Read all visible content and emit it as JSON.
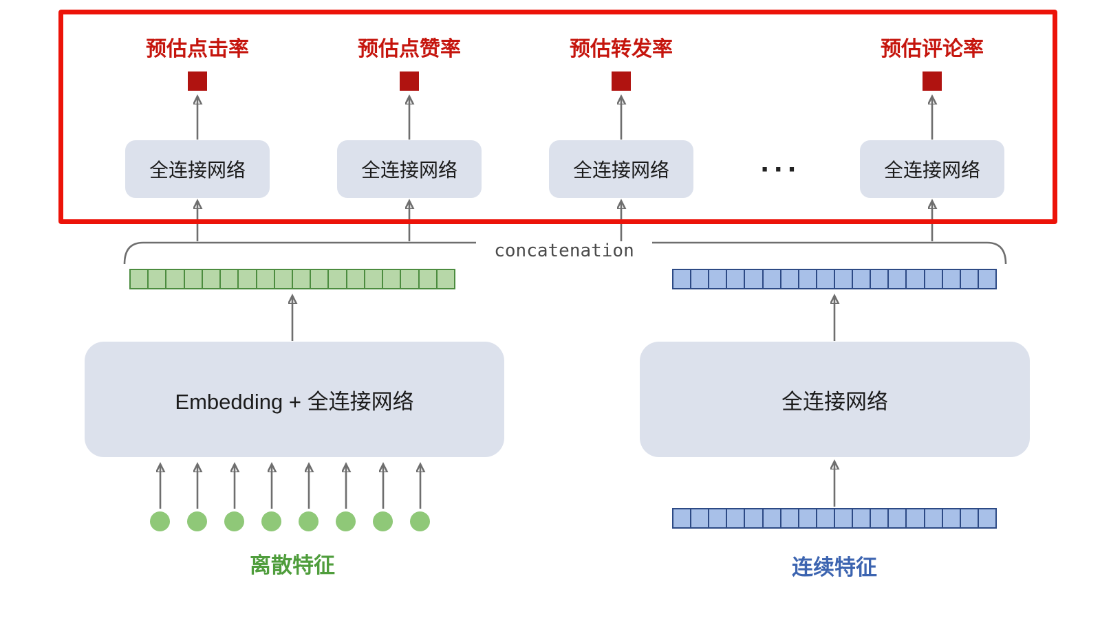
{
  "diagram": {
    "tasks": [
      {
        "label": "预估点击率"
      },
      {
        "label": "预估点赞率"
      },
      {
        "label": "预估转发率"
      },
      {
        "label": "预估评论率"
      }
    ],
    "fc_box_label": "全连接网络",
    "ellipsis": "···",
    "concatenation_label": "concatenation",
    "left_tower_label": "Embedding + 全连接网络",
    "right_tower_label": "全连接网络",
    "left_feature_label": "离散特征",
    "right_feature_label": "连续特征",
    "green_vector_cells": 18,
    "blue_vector_cells": 18,
    "input_circle_count": 8,
    "colors": {
      "highlight_border": "#ec1309",
      "task_label": "#c5150d",
      "output_square": "#b01310",
      "box_fill": "#dce1ec",
      "arrow": "#6e6e6e",
      "green_cell": "#b7d7a8",
      "green_border": "#4c8c3f",
      "green_circle": "#8fc878",
      "green_label": "#4f9d3c",
      "blue_cell": "#a8c0e8",
      "blue_border": "#2d4a85",
      "blue_label": "#3c64b0"
    }
  }
}
